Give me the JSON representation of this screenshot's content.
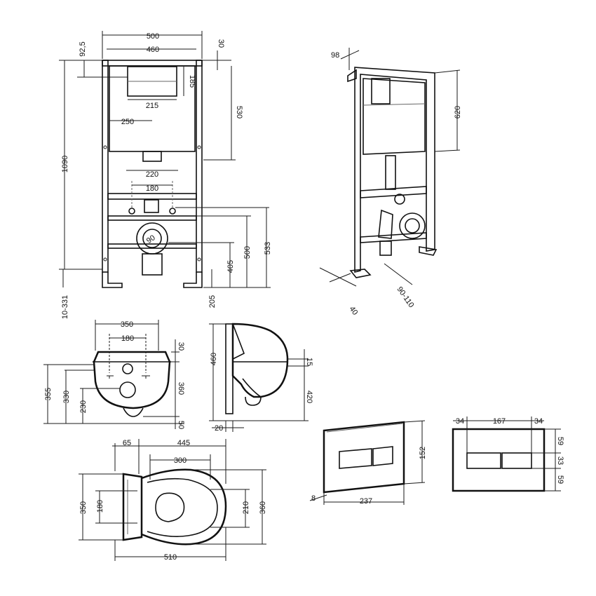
{
  "frame_front": {
    "w500": "500",
    "w460": "460",
    "d92": "92,5",
    "d30": "30",
    "d185": "185",
    "d215": "215",
    "d250": "250",
    "d530": "530",
    "d1090": "1090",
    "d220": "220",
    "d180": "180",
    "d90": "90",
    "d500": "500",
    "d533": "533",
    "d405": "405",
    "d205": "205",
    "d10_331": "10-331"
  },
  "frame_iso": {
    "d98": "98",
    "d620": "620",
    "d40": "40",
    "d90_110": "90-110"
  },
  "bowl_front": {
    "d350": "350",
    "d180": "180",
    "d30": "30",
    "d355": "355",
    "d330": "330",
    "d230": "230",
    "d360": "360",
    "d50": "50"
  },
  "bowl_side": {
    "d460": "460",
    "d15": "15",
    "d420": "420",
    "d20": "20"
  },
  "bowl_top": {
    "d65": "65",
    "d445": "445",
    "d300": "300",
    "d350": "350",
    "d180": "180",
    "d210": "210",
    "d360": "360",
    "d510": "510"
  },
  "plate_iso": {
    "d152": "152",
    "d237": "237",
    "d8": "8"
  },
  "plate_front": {
    "d34a": "34",
    "d167": "167",
    "d34b": "34",
    "d59a": "59",
    "d33": "33",
    "d59b": "59"
  }
}
